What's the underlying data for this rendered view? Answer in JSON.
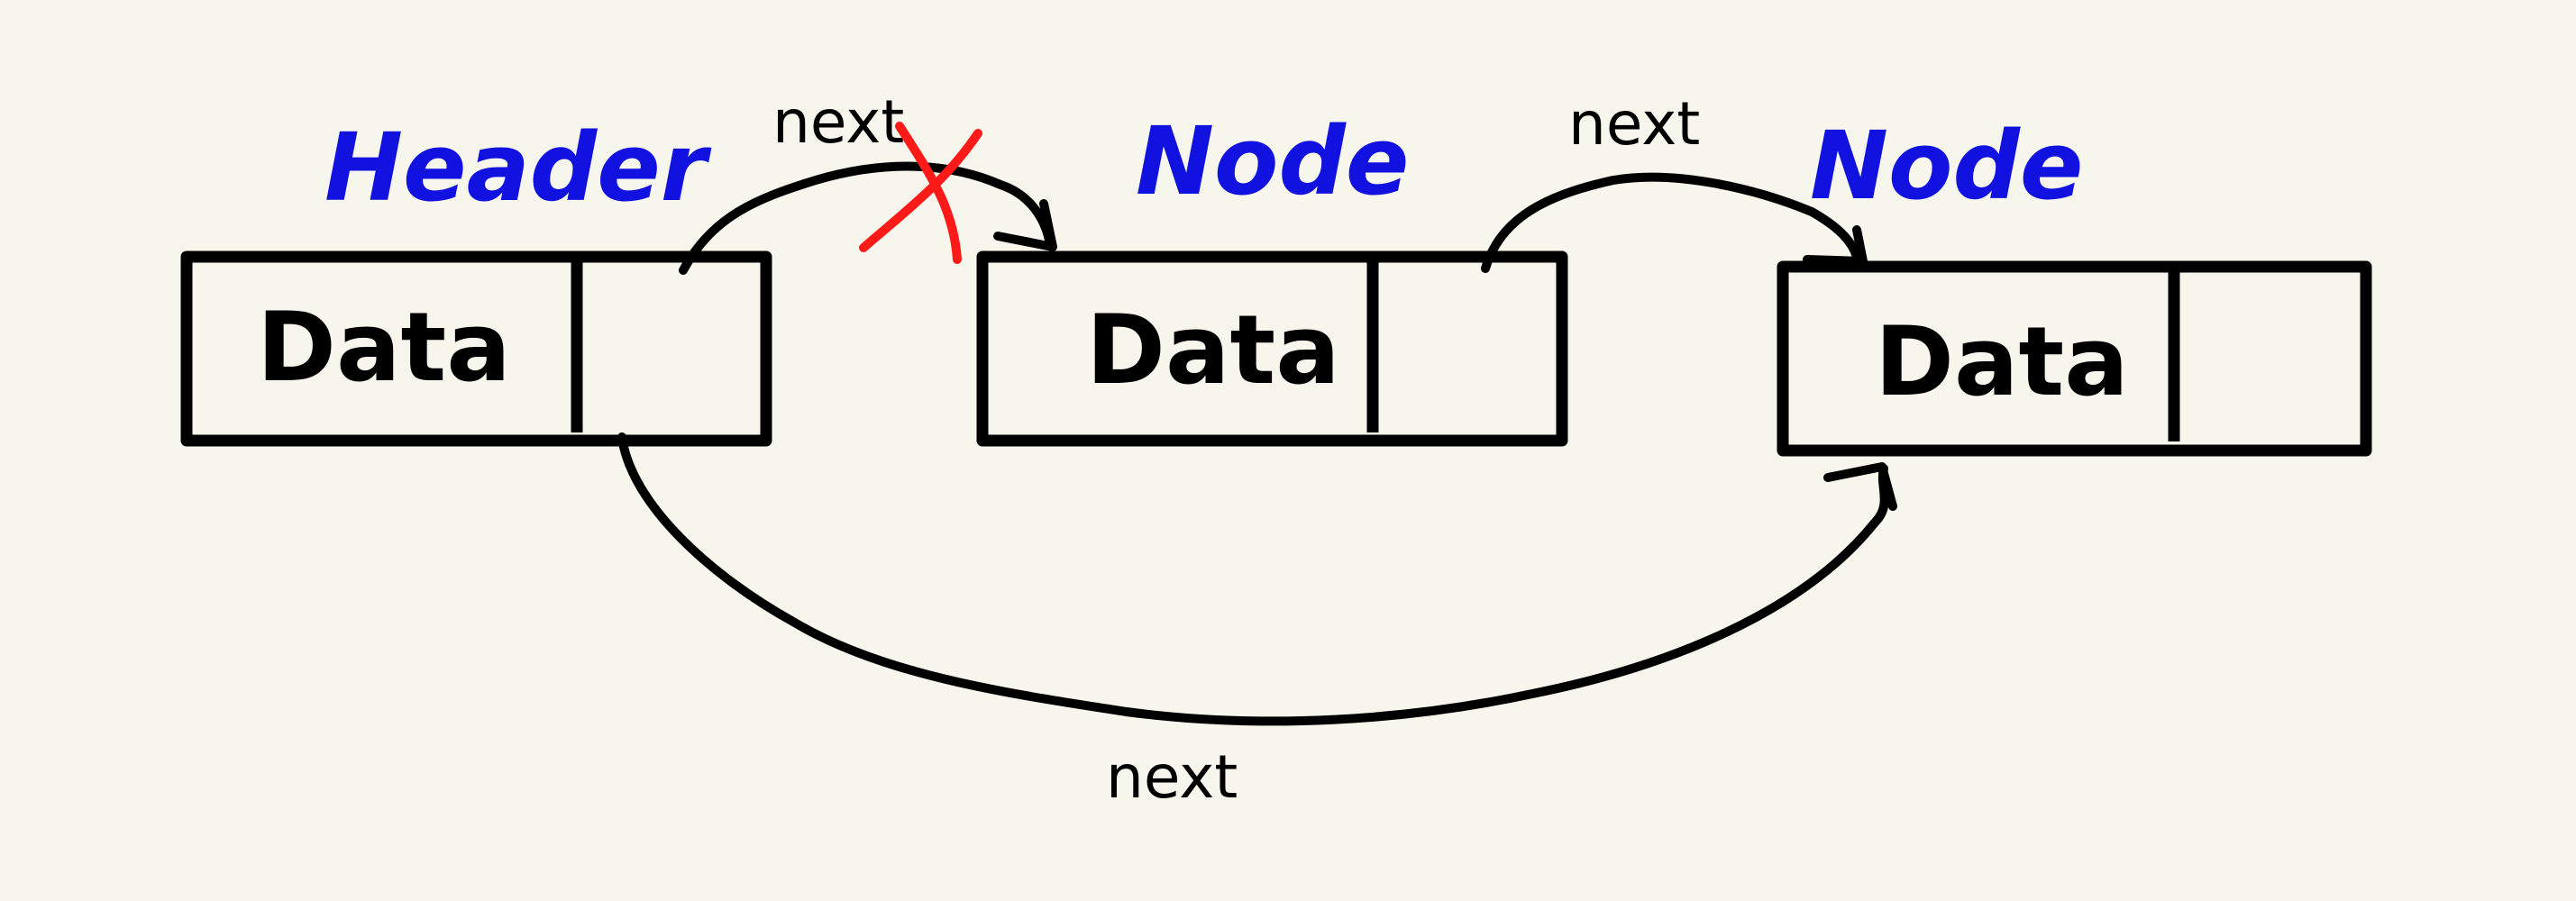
{
  "colors": {
    "background": "#f7f6ec",
    "ink": "#000000",
    "title": "#1212e0",
    "cross": "#ff1a1a"
  },
  "nodes": [
    {
      "title": "Header",
      "data_label": "Data"
    },
    {
      "title": "Node",
      "data_label": "Data"
    },
    {
      "title": "Node",
      "data_label": "Data"
    }
  ],
  "links": [
    {
      "label": "next",
      "removed": true
    },
    {
      "label": "next",
      "removed": false
    },
    {
      "label": "next",
      "removed": false
    }
  ]
}
